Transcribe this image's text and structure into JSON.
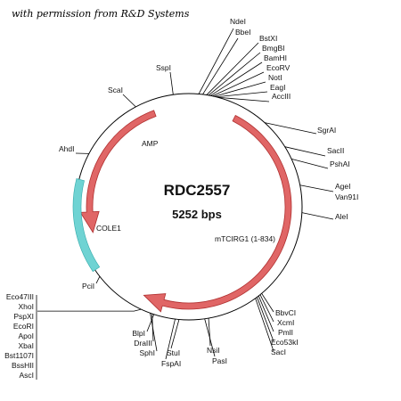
{
  "permission_note": "with permission from R&D Systems",
  "plasmid": {
    "name": "RDC2557",
    "size_label": "5252 bps"
  },
  "features": [
    {
      "key": "amp",
      "label": "AMP",
      "type": "arrow",
      "color": "#e06666"
    },
    {
      "key": "mtcirg1",
      "label": "mTCIRG1 (1-834)",
      "type": "arrow",
      "color": "#e06666"
    },
    {
      "key": "cole1",
      "label": "COLE1",
      "type": "box",
      "color": "#6fd3d3"
    }
  ],
  "sites": {
    "top_cluster_1": [
      "NdeI",
      "BbeI"
    ],
    "top_cluster_2": [
      "BstXI",
      "BmgBI",
      "BamHI",
      "EcoRV",
      "NotI",
      "EagI",
      "AccIII"
    ],
    "SspI": "SspI",
    "ScaI": "ScaI",
    "AhdI": "AhdI",
    "PciI": "PciI",
    "SgrAI": "SgrAI",
    "SacII": "SacII",
    "PshAI": "PshAI",
    "agel_group": [
      "AgeI",
      "Van91I"
    ],
    "AleI": "AleI",
    "bottom_right": [
      "BbvCI",
      "XcmI",
      "PmlI",
      "Eco53kI",
      "SacI"
    ],
    "NsiI": "NsiI",
    "PasI": "PasI",
    "StuI": "StuI",
    "FspAI": "FspAI",
    "bottom_mid": [
      "BlpI",
      "DraIII",
      "SphI"
    ],
    "left_cluster": [
      "Eco47III",
      "XhoI",
      "PspXI",
      "EcoRI",
      "ApoI",
      "XbaI",
      "Bst1107I",
      "BssHII",
      "AscI"
    ]
  }
}
